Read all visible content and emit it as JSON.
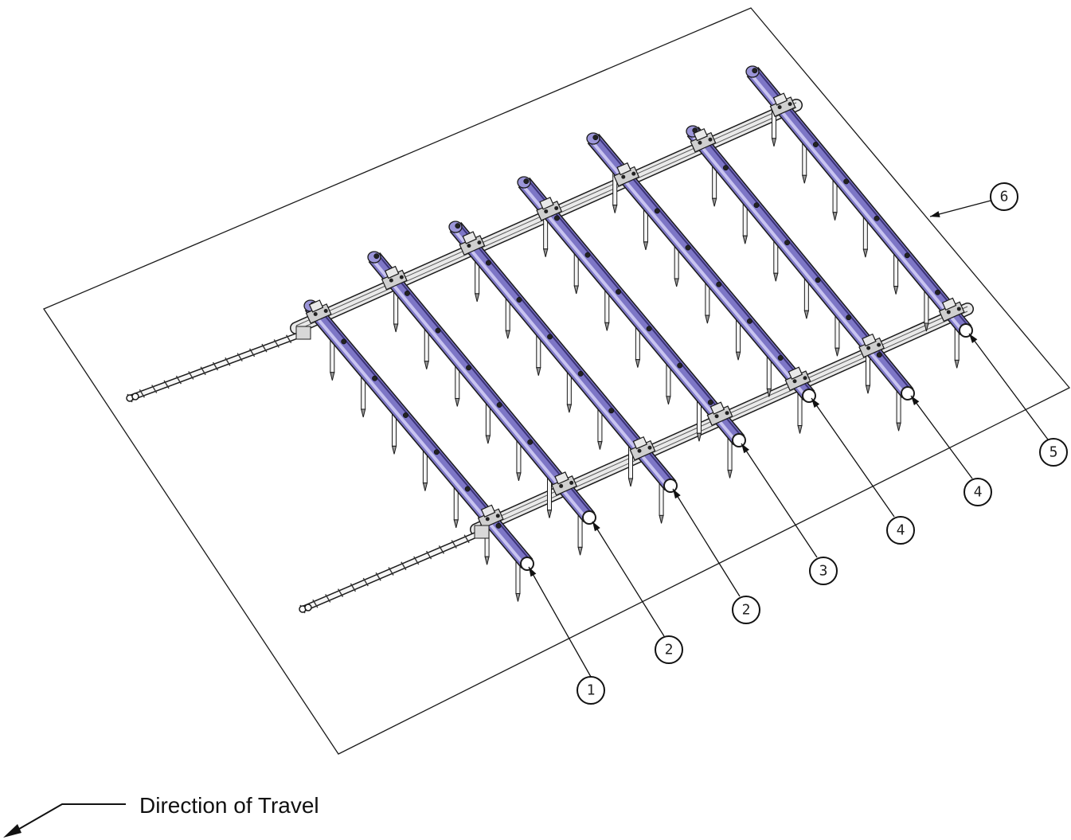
{
  "diagram": {
    "direction_label": "Direction of Travel",
    "accent_colors": {
      "bar_fill": "#7d76c6",
      "bar_highlight": "#c8c4f0",
      "bar_shade": "#3c3478",
      "outline": "#1a1a1a",
      "frame_fill": "#e9e9e9"
    },
    "callouts": [
      {
        "id": "c1",
        "label": "1"
      },
      {
        "id": "c2a",
        "label": "2"
      },
      {
        "id": "c2b",
        "label": "2"
      },
      {
        "id": "c3",
        "label": "3"
      },
      {
        "id": "c4a",
        "label": "4"
      },
      {
        "id": "c4b",
        "label": "4"
      },
      {
        "id": "c5",
        "label": "5"
      },
      {
        "id": "c6",
        "label": "6"
      }
    ]
  }
}
